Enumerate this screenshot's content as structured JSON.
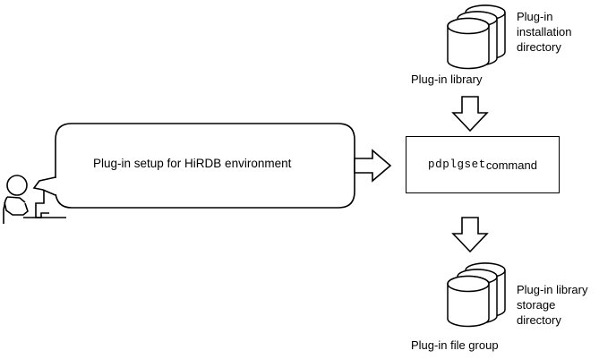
{
  "diagram": {
    "title": "Plug-in setup for HiRDB environment flow",
    "stroke_color": "#000000",
    "fill_color": "#ffffff",
    "background": "#ffffff"
  },
  "actor": {
    "name": "operator-at-terminal",
    "description": "person seated at terminal"
  },
  "process_box": {
    "label": "Plug-in setup for HiRDB environment"
  },
  "command_box": {
    "command": "pdplgset",
    "suffix": "command"
  },
  "top_storage": {
    "caption": "Plug-in library",
    "annotation": "Plug-in\ninstallation\ndirectory"
  },
  "bottom_storage": {
    "caption": "Plug-in file group",
    "annotation": "Plug-in library\nstorage\ndirectory"
  },
  "arrows": {
    "right_arrow_label": "flows-to",
    "down_arrow_top_label": "input-to-command",
    "down_arrow_bottom_label": "output-from-command"
  }
}
